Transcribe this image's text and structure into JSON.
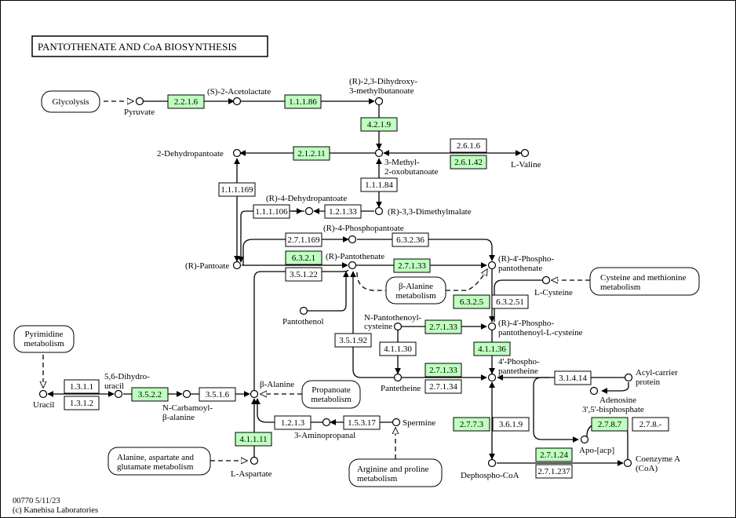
{
  "title": "PANTOTHENATE  AND CoA  BIOSYNTHESIS",
  "footer": {
    "id_date": "00770 5/11/23",
    "copyright": "(c) Kanehisa Laboratories"
  },
  "colors": {
    "enzyme_present": "#bfffbf",
    "enzyme_absent": "#ffffff",
    "stroke": "#000000"
  },
  "pathways": {
    "glycolysis": [
      "Glycolysis"
    ],
    "pyrimidine": [
      "Pyrimidine",
      "metabolism"
    ],
    "beta_alanine": [
      "β-Alanine",
      "metabolism"
    ],
    "cysteine_methionine": [
      "Cysteine and methionine",
      "metabolism"
    ],
    "propanoate": [
      "Propanoate",
      "metabolism"
    ],
    "ala_asp_glu": [
      "Alanine, aspartate and",
      "glutamate metabolism"
    ],
    "arg_pro": [
      "Arginine and proline",
      "metabolism"
    ]
  },
  "compounds": {
    "pyruvate": [
      "Pyruvate"
    ],
    "acetolactate": [
      "(S)-2-Acetolactate"
    ],
    "dihydroxy": [
      "(R)-2,3-Dihydroxy-",
      "3-methylbutanoate"
    ],
    "dehydropantoate": [
      "2-Dehydropantoate"
    ],
    "oxobutanoate": [
      "3-Methyl-",
      "2-oxobutanoate"
    ],
    "valine": [
      "L-Valine"
    ],
    "r4_dehydropantoate": [
      "(R)-4-Dehydropantoate"
    ],
    "dimethylmalate": [
      "(R)-3,3-Dimethylmalate"
    ],
    "r4_phosphopantoate": [
      "(R)-4-Phosphopantoate"
    ],
    "pantoate": [
      "(R)-Pantoate"
    ],
    "pantothenate": [
      "(R)-Pantothenate"
    ],
    "phosphopantothenate": [
      "(R)-4'-Phospho-",
      "pantothenate"
    ],
    "l_cysteine": [
      "L-Cysteine"
    ],
    "pantothenol": [
      "Pantothenol"
    ],
    "n_pantothenoylcysteine": [
      "N-Pantothenoyl-",
      "cysteine"
    ],
    "phosphopantothenoylcysteine": [
      "(R)-4'-Phospho-",
      "pantothenoyl-L-cysteine"
    ],
    "phosphopantetheine": [
      "4'-Phospho-",
      "pantetheine"
    ],
    "pantetheine": [
      "Pantetheine"
    ],
    "uracil": [
      "Uracil"
    ],
    "dihydrouracil": [
      "5,6-Dihydro-",
      "uracil"
    ],
    "carbamoyl_alanine": [
      "N-Carbamoyl-",
      "β-alanine"
    ],
    "beta_alanine": [
      "β-Alanine"
    ],
    "aminopropanal": [
      "3-Aminopropanal"
    ],
    "spermine": [
      "Spermine"
    ],
    "aspartate": [
      "L-Aspartate"
    ],
    "acyl_carrier": [
      "Acyl-carrier",
      "protein"
    ],
    "adenosine_bp": [
      "Adenosine",
      "3',5'-bisphosphate"
    ],
    "apo_acp": [
      "Apo-[acp]"
    ],
    "dephospho_coa": [
      "Dephospho-CoA"
    ],
    "coenzyme_a": [
      "Coenzyme A",
      "(CoA)"
    ]
  },
  "enzymes": {
    "e_2_2_1_6": "2.2.1.6",
    "e_1_1_1_86": "1.1.1.86",
    "e_4_2_1_9": "4.2.1.9",
    "e_2_1_2_11": "2.1.2.11",
    "e_2_6_1_6": "2.6.1.6",
    "e_2_6_1_42": "2.6.1.42",
    "e_1_1_1_169_a": "1.1.1.169",
    "e_1_1_1_84": "1.1.1.84",
    "e_1_1_1_106": "1.1.1.106",
    "e_1_2_1_33": "1.2.1.33",
    "e_2_7_1_169": "2.7.1.169",
    "e_6_3_2_36": "6.3.2.36",
    "e_6_3_2_1": "6.3.2.1",
    "e_3_5_1_22": "3.5.1.22",
    "e_2_7_1_33_a": "2.7.1.33",
    "e_6_3_2_5": "6.3.2.5",
    "e_6_3_2_51": "6.3.2.51",
    "e_2_7_1_33_b": "2.7.1.33",
    "e_4_1_1_30": "4.1.1.30",
    "e_3_5_1_92": "3.5.1.92",
    "e_4_1_1_36": "4.1.1.36",
    "e_2_7_1_33_c": "2.7.1.33",
    "e_2_7_1_34": "2.7.1.34",
    "e_3_1_4_14": "3.1.4.14",
    "e_1_3_1_1": "1.3.1.1",
    "e_1_3_1_2": "1.3.1.2",
    "e_3_5_2_2": "3.5.2.2",
    "e_3_5_1_6": "3.5.1.6",
    "e_1_2_1_3": "1.2.1.3",
    "e_1_5_3_17": "1.5.3.17",
    "e_4_1_1_11": "4.1.1.11",
    "e_2_7_7_3": "2.7.7.3",
    "e_3_6_1_9": "3.6.1.9",
    "e_2_7_8_7": "2.7.8.7",
    "e_2_7_8_dash": "2.7.8.-",
    "e_2_7_1_24": "2.7.1.24",
    "e_2_7_1_237": "2.7.1.237"
  }
}
